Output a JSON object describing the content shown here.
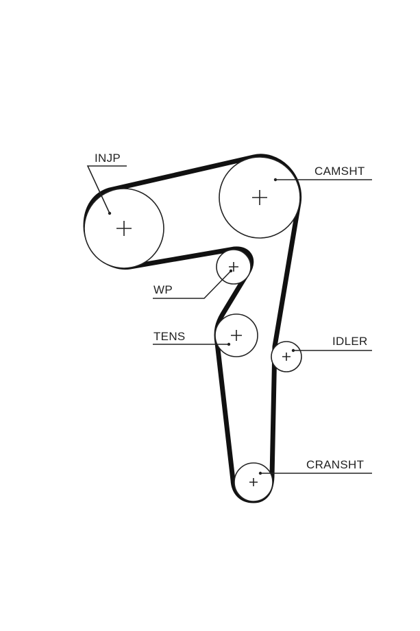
{
  "pulleys": {
    "injp": {
      "label": "INJP"
    },
    "camsht": {
      "label": "CAMSHT"
    },
    "wp": {
      "label": "WP"
    },
    "tens": {
      "label": "TENS"
    },
    "idler": {
      "label": "IDLER"
    },
    "cransht": {
      "label": "CRANSHT"
    }
  },
  "colors": {
    "belt": "#111111",
    "line": "#222222",
    "background": "#ffffff"
  }
}
